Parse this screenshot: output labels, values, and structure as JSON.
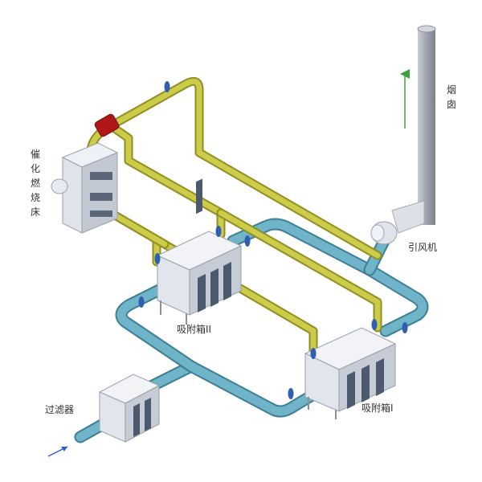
{
  "labels": {
    "catalytic_bed": [
      "催",
      "化",
      "燃",
      "烧",
      "床"
    ],
    "chimney": [
      "烟",
      "囱"
    ],
    "fan": "引风机",
    "adsorber_2": "吸附箱II",
    "adsorber_1": "吸附箱I",
    "filter": "过滤器"
  },
  "colors": {
    "blue_pipe": "#5fa8bf",
    "blue_pipe_dark": "#3e7f96",
    "yellow_pipe": "#b8b83a",
    "yellow_pipe_dark": "#8f8f22",
    "valve": "#2f5fb0",
    "heater": "#b01818",
    "box_light": "#e8ecf1",
    "box_dark": "#4c5a6e",
    "chimney": "#a4a8b4",
    "arrow_up": "#3aa23a",
    "arrow_in": "#2a5ed6"
  }
}
